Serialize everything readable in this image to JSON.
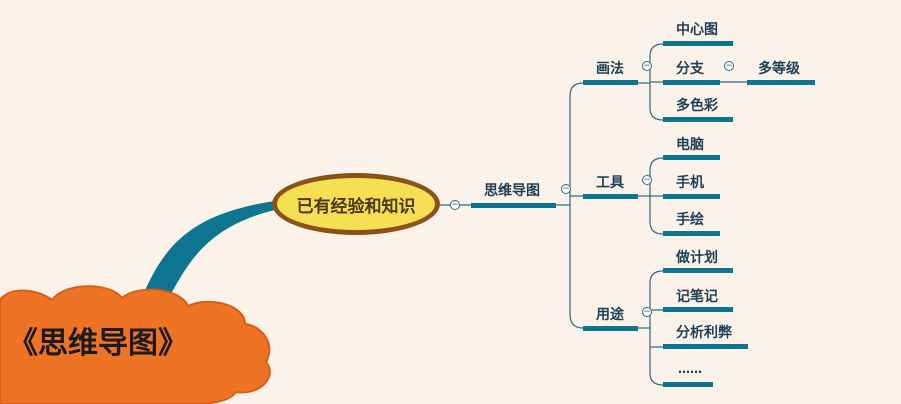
{
  "root": {
    "label": "《思维导图》"
  },
  "center": {
    "label": "已有经验和知识"
  },
  "main_branch": {
    "label": "思维导图"
  },
  "branches": [
    {
      "label": "画法",
      "children": [
        "中心图",
        "分支",
        "多色彩"
      ],
      "sub": {
        "label": "多等级"
      }
    },
    {
      "label": "工具",
      "children": [
        "电脑",
        "手机",
        "手绘"
      ]
    },
    {
      "label": "用途",
      "children": [
        "做计划",
        "记笔记",
        "分析利弊",
        "……"
      ]
    }
  ],
  "colors": {
    "background": "#fbf3ea",
    "cloud_fill": "#ee7324",
    "cloud_stroke": "#d95e15",
    "trunk": "#0e7590",
    "center_fill": "#f5df53",
    "center_border": "#8a5218",
    "connector": "#2d6a80",
    "label_text": "#1e3f55"
  }
}
